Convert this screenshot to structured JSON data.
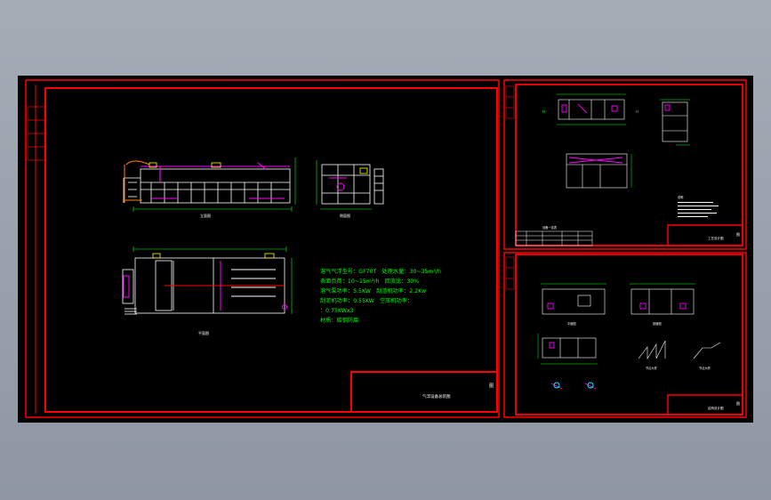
{
  "viewport": {
    "background_color": "#8f98a4",
    "drawing_background": "#000000"
  },
  "colors": {
    "frame": "#ff0000",
    "lines": "#ffffff",
    "dims": "#00ff00",
    "accent": "#ff00ff",
    "spec_text": "#00ff00",
    "cyan": "#00ffff",
    "yellow": "#ffff00"
  },
  "main_sheet": {
    "title_block_text": "气浮设备总装图",
    "title_block_mark": "图",
    "view_label_elevation": "立面图",
    "view_label_side": "侧面图",
    "view_label_plan": "平面图",
    "spec_lines": [
      "溶气气浮型号：GF70T　处理水量：30~35m³/h",
      "表面负荷：10~15m³/h　回流比：30%",
      "溶气泵功率：5.5KW　刮渣机功率：2.2Kw",
      "刮泥机功率：0.55KW　空压机功率：",
      "：0.75KWx3",
      "材质：碳钢防腐"
    ]
  },
  "sheet_top_right": {
    "title_block_mark": "图",
    "title_block_text": "工艺设计图",
    "table_caption": "设备一览表",
    "notes_label": "说明"
  },
  "sheet_bottom_right": {
    "title_block_mark": "图",
    "title_block_text": "结构设计图",
    "label_a": "平面图",
    "label_b": "剖面图",
    "label_c": "节点大样",
    "label_d": "节点大样"
  }
}
